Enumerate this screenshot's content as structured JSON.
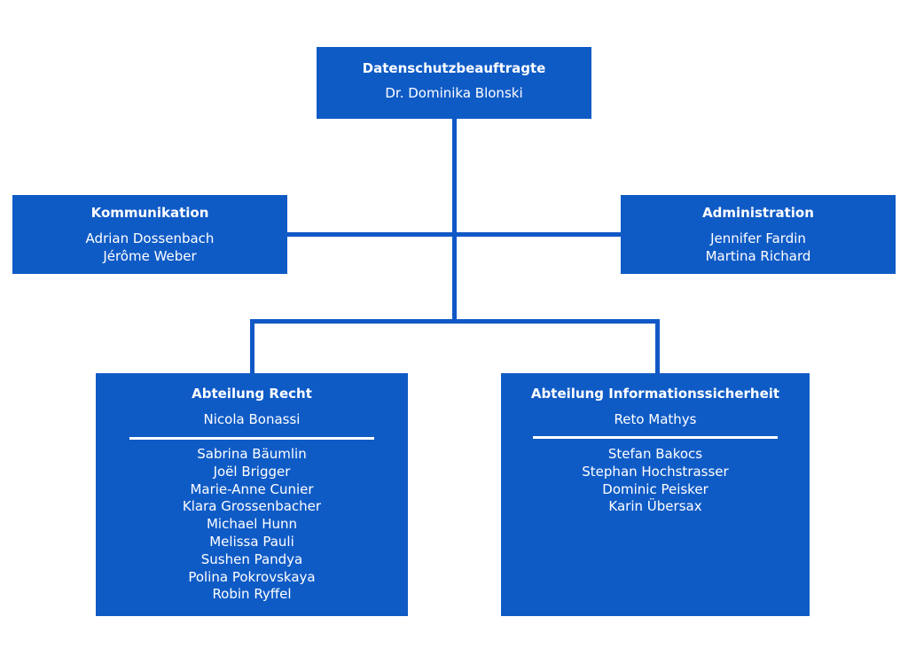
{
  "colors": {
    "box_fill": "#0f5bc6",
    "connector": "#1158c7",
    "text": "#ffffff"
  },
  "top": {
    "title": "Datenschutzbeauftragte",
    "name": "Dr. Dominika Blonski"
  },
  "left": {
    "title": "Kommunikation",
    "names": [
      "Adrian Dossenbach",
      "Jérôme Weber"
    ]
  },
  "right": {
    "title": "Administration",
    "names": [
      "Jennifer Fardin",
      "Martina Richard"
    ]
  },
  "law": {
    "title": "Abteilung Recht",
    "lead": "Nicola Bonassi",
    "members": [
      "Sabrina Bäumlin",
      "Joël Brigger",
      "Marie-Anne Cunier",
      "Klara Grossenbacher",
      "Michael Hunn",
      "Melissa Pauli",
      "Sushen Pandya",
      "Polina Pokrovskaya",
      "Robin Ryffel"
    ]
  },
  "security": {
    "title": "Abteilung Informationssicherheit",
    "lead": "Reto Mathys",
    "members": [
      "Stefan Bakocs",
      "Stephan Hochstrasser",
      "Dominic Peisker",
      "Karin Übersax"
    ]
  }
}
